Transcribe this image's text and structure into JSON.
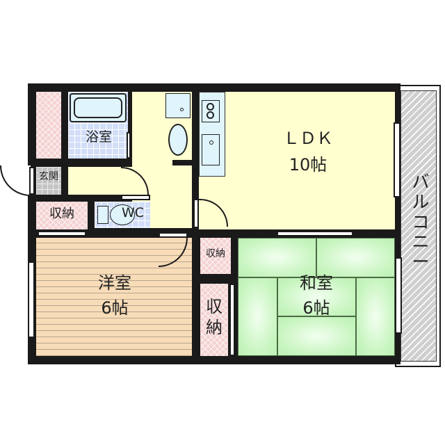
{
  "floorplan": {
    "rooms": {
      "ldk": {
        "name": "ＬＤＫ",
        "size": "10帖"
      },
      "western": {
        "name": "洋室",
        "size": "6帖"
      },
      "japanese": {
        "name": "和室",
        "size": "6帖"
      },
      "bath": {
        "name": "浴室"
      },
      "toilet": {
        "name": "WC"
      },
      "entrance": {
        "name": "玄関"
      },
      "storage_left": {
        "name": "収納"
      },
      "storage_mid_small": {
        "name": "収納"
      },
      "storage_mid_tall": {
        "name": "収\n納"
      },
      "balcony": {
        "name": "バ\nル\nコ\nニ\nー"
      }
    },
    "colors": {
      "wall": "#1a1a1a",
      "ldk": "#ffffd0",
      "western": "#f8dcb8",
      "tatami": "#c8f5c0",
      "storage": "#f4d2d2",
      "wet_area": "#d2def8",
      "balcony": "#cfcfcf"
    }
  }
}
